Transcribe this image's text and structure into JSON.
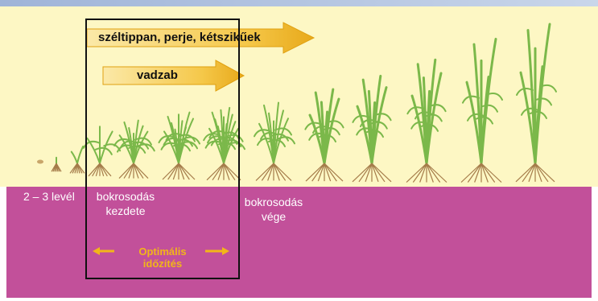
{
  "arrows": [
    {
      "label": "széltippan, perje, kétszikűek"
    },
    {
      "label": "vadzab"
    }
  ],
  "stage_labels": {
    "two_three_leaf": "2 – 3 levél",
    "tillering_start_line1": "bokrosodás",
    "tillering_start_line2": "kezdete",
    "tillering_end_line1": "bokrosodás",
    "tillering_end_line2": "vége"
  },
  "optimal_timing": {
    "line1": "Optimális",
    "line2": "időzítés"
  },
  "colors": {
    "upper_background": "#fdf7c4",
    "lower_background": "#c2509a",
    "arrow_fill": "#f2b619",
    "leaf_green": "#7bb84a",
    "root_brown": "#a57c4a",
    "frame": "#111111",
    "label_orange": "#f2b619"
  }
}
